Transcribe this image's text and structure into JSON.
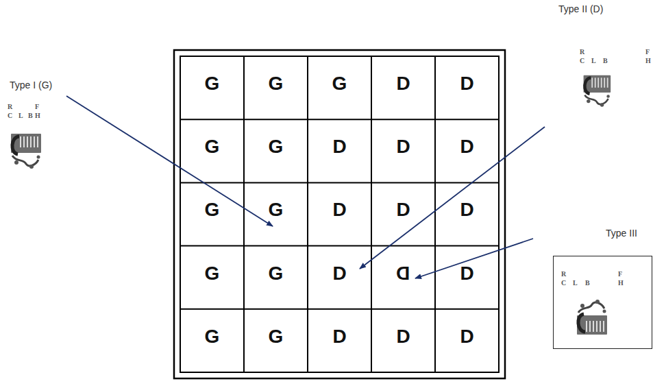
{
  "diagram": {
    "nodes": [
      {
        "text": [
          "R",
          "F",
          "C",
          "L",
          "B",
          "H"
        ]
      }
    ],
    "labels": [
      "Type II (D)",
      "R",
      "F",
      "C",
      "L",
      "B",
      "H",
      "Type I (G)",
      "R",
      "F",
      "C",
      "L",
      "B",
      "H",
      "G",
      "G",
      "G",
      "D",
      "D",
      "G",
      "G",
      "D",
      "D",
      "D",
      "G",
      "G",
      "D",
      "D",
      "D",
      "G",
      "G",
      "D",
      "D",
      "D",
      "G",
      "G",
      "D",
      "D",
      "D",
      "Type III"
    ]
  }
}
